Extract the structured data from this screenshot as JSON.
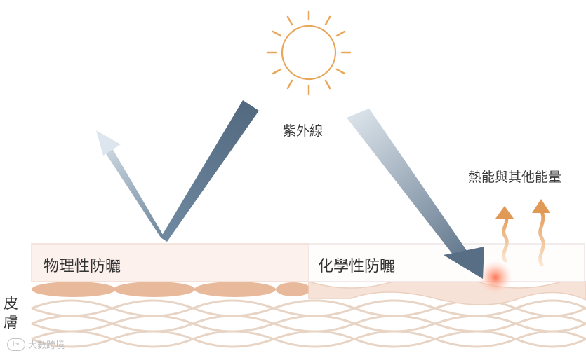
{
  "labels": {
    "uv": "紫外線",
    "heat": "熱能與其他能量",
    "physical": "物理性防曬",
    "chemical": "化學性防曬",
    "skin": "皮膚"
  },
  "watermark": {
    "text": "大數跨境",
    "icon": "logo-icon"
  },
  "colors": {
    "sun": "#e8a75a",
    "arrow_dark": "#5f7890",
    "arrow_light": "#d8e2ea",
    "heat_arrow": "#e5a35f",
    "skin_line": "#e6d2c2",
    "physical_layer": "#fbf0ea",
    "chemical_layer": "#fffafa"
  }
}
